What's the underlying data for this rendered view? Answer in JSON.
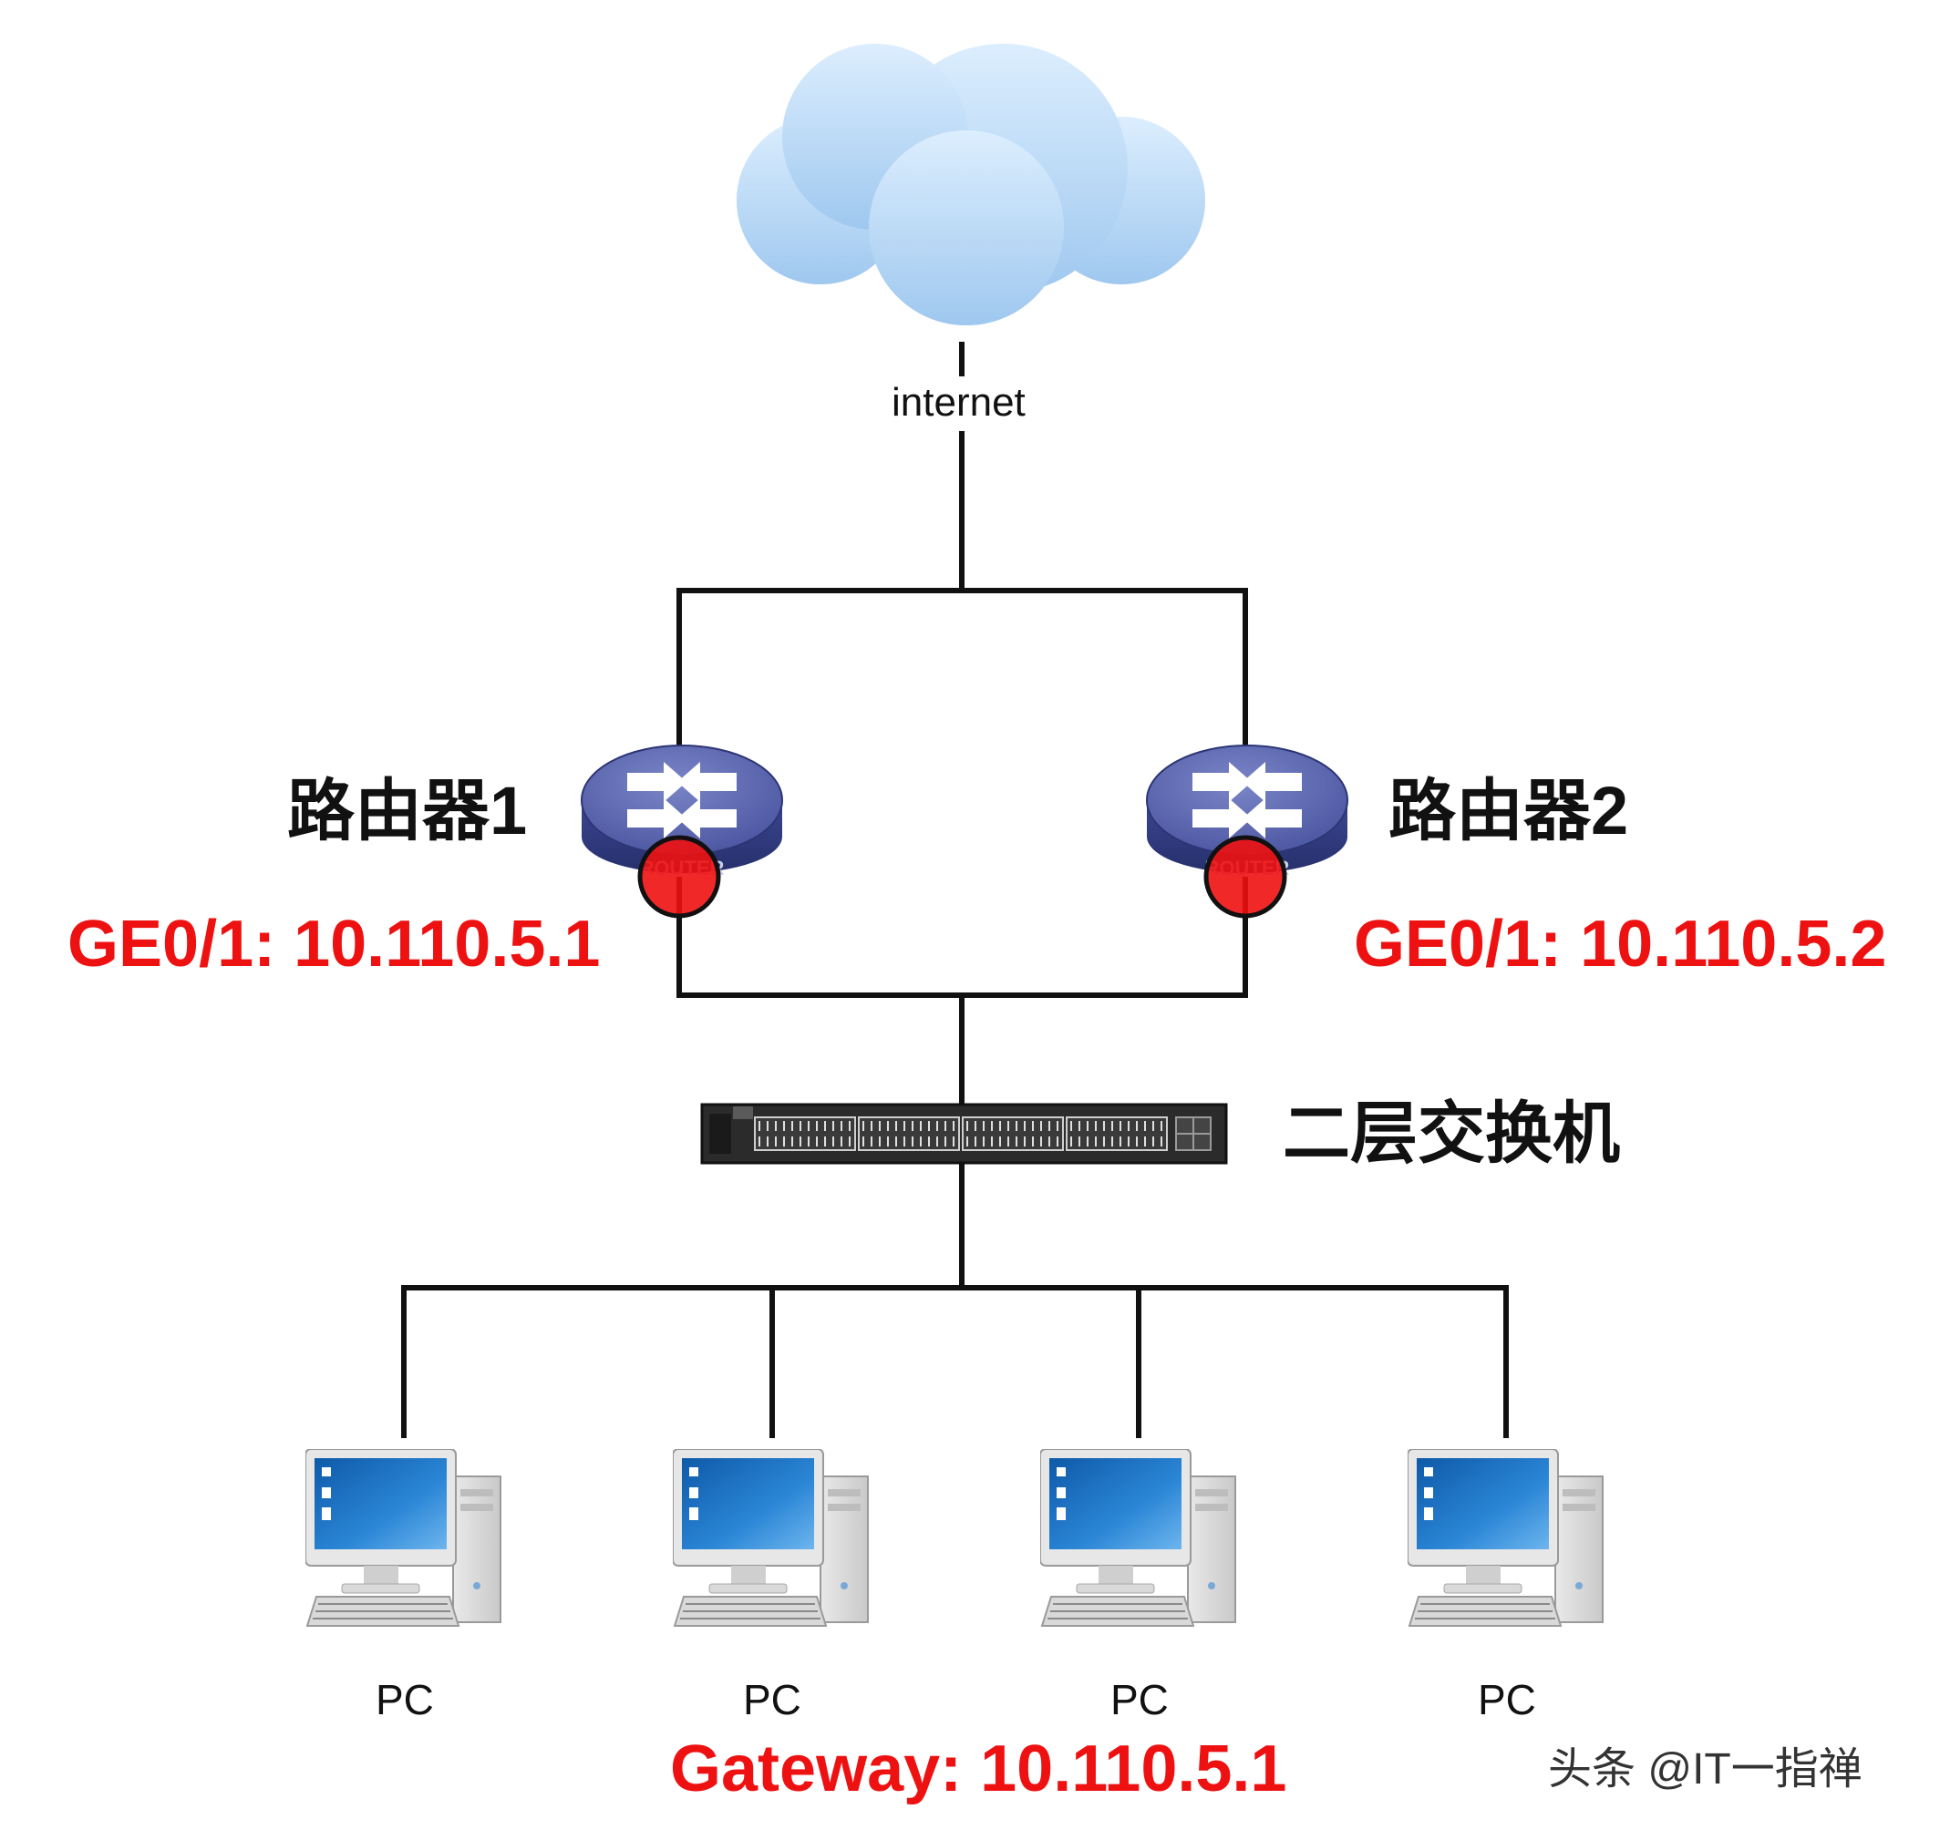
{
  "internet": {
    "label": "internet"
  },
  "router1": {
    "name": "路由器1",
    "port_label": "GE0/1: 10.110.5.1",
    "badge": "ROUTER"
  },
  "router2": {
    "name": "路由器2",
    "port_label": "GE0/1: 10.110.5.2",
    "badge": "ROUTER"
  },
  "switch": {
    "name": "二层交换机"
  },
  "pcs": [
    {
      "label": "PC"
    },
    {
      "label": "PC"
    },
    {
      "label": "PC"
    },
    {
      "label": "PC"
    }
  ],
  "gateway": {
    "label": "Gateway: 10.110.5.1"
  },
  "watermark": {
    "text": "头条 @IT一指禅"
  },
  "colors": {
    "line": "#111111",
    "highlight": "#ee1111",
    "router": "#4a55a0",
    "cloud": "#a9cff2"
  },
  "icons": {
    "cloud": "cloud-icon",
    "router": "router-icon",
    "switch": "switch-icon",
    "pc": "pc-icon"
  }
}
